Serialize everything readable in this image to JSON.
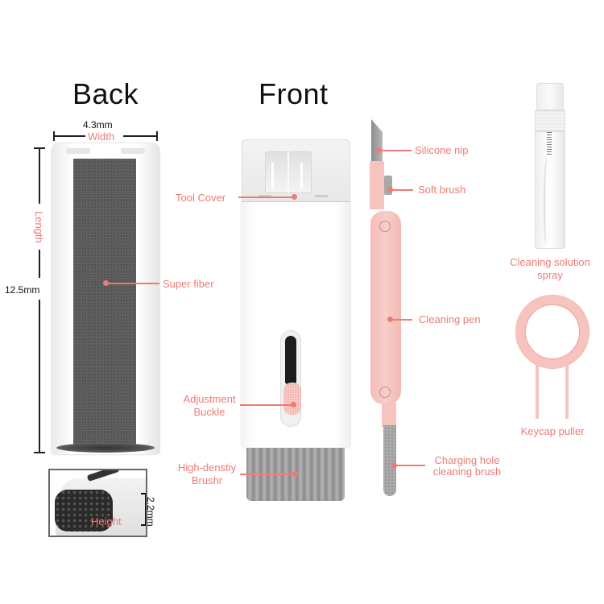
{
  "titles": {
    "back": "Back",
    "front": "Front"
  },
  "back": {
    "width_value": "4.3mm",
    "width_label": "Width",
    "length_label": "Length",
    "length_value": "12.5mm",
    "height_label": "Height",
    "height_value": "2.2mm",
    "super_fiber_label": "Super fiber"
  },
  "front": {
    "tool_cover_label": "Tool Cover",
    "adjustment_buckle_label_1": "Adjustment",
    "adjustment_buckle_label_2": "Buckle",
    "brush_label_1": "High-denstiy",
    "brush_label_2": "Brushr"
  },
  "pen": {
    "silicone_nip_label": "Silicone nip",
    "soft_brush_label": "Soft brush",
    "cleaning_pen_label": "Cleaning pen",
    "charging_brush_label_1": "Charging hole",
    "charging_brush_label_2": "cleaning brush"
  },
  "accessories": {
    "spray_label_1": "Cleaning solution",
    "spray_label_2": "spray",
    "keycap_label": "Keycap puller"
  },
  "colors": {
    "label": "#ee7b75",
    "pink_part": "#f6c3bf",
    "fiber": "#5a5a5a",
    "title": "#111111"
  }
}
